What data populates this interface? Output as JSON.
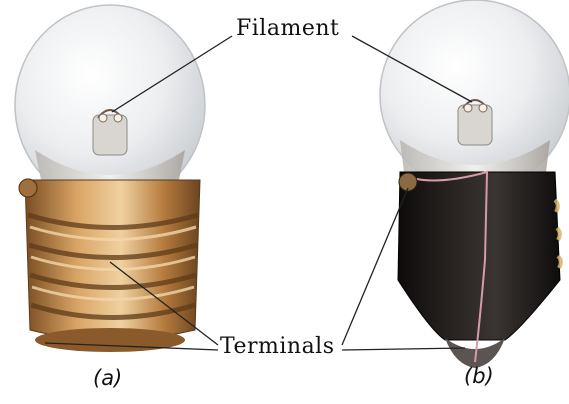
{
  "labels": {
    "filament": "Filament",
    "terminals": "Terminals",
    "caption_a": "(a)",
    "caption_b": "(b)"
  },
  "bulbs": [
    {
      "id": "a",
      "base_color": "#b07a3e",
      "parts": [
        "glass-globe",
        "filament",
        "metal-screw-base"
      ]
    },
    {
      "id": "b",
      "base_color": "#1e1a19",
      "parts": [
        "glass-globe",
        "filament",
        "black-cutaway-base",
        "internal-wire"
      ]
    }
  ],
  "icons": [
    "bulb-a-icon",
    "bulb-b-icon"
  ],
  "colors": {
    "glass": "#e9eaec",
    "brass": "#c08a4a",
    "black_base": "#1e1a19",
    "wire": "#d79aa7",
    "leader_line": "#222222"
  }
}
